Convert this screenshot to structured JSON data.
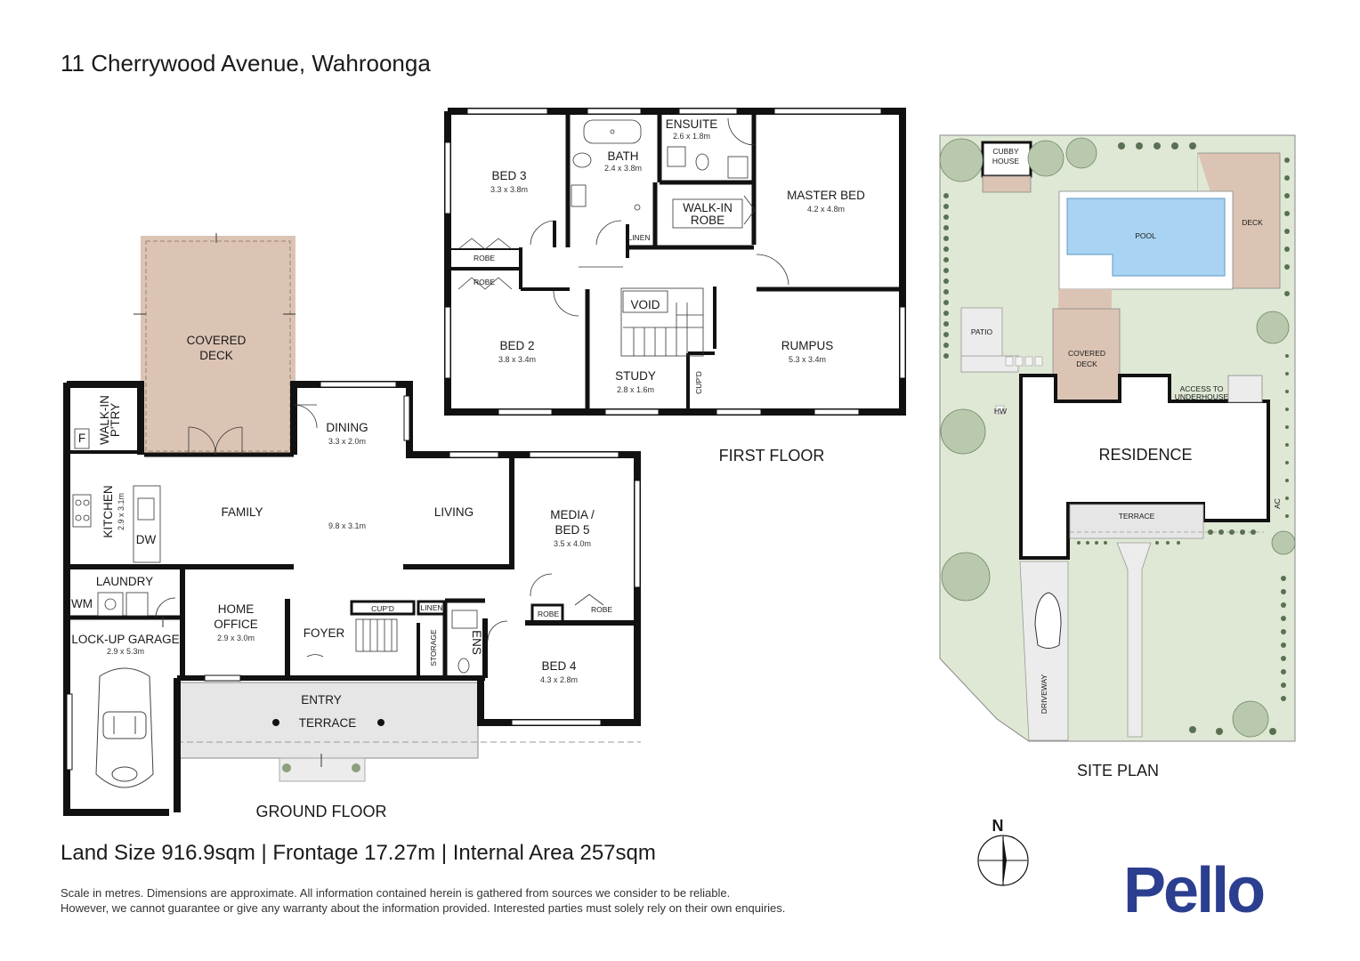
{
  "title": "11 Cherrywood Avenue, Wahroonga",
  "summary": "Land Size 916.9sqm | Frontage 17.27m | Internal Area 257sqm",
  "disclaimer": [
    "Scale in metres. Dimensions are approximate. All information contained herein is gathered from sources we consider to be reliable.",
    "However, we cannot guarantee or give any warranty about the information provided. Interested parties must solely rely on their own enquiries."
  ],
  "brand": {
    "name": "Pello",
    "color": "#2b3e8f"
  },
  "colors": {
    "wall": "#111111",
    "deck": "#dcc4b4",
    "pool": "#a9d3f2",
    "lawn": "#dfe8d5",
    "terrace": "#e6e6e6",
    "tree": "#b9c9ad"
  },
  "ground_floor": {
    "label": "GROUND FLOOR",
    "covered_deck": [
      "COVERED",
      "DECK"
    ],
    "walk_in_pantry": [
      "WALK-IN",
      "P'TRY"
    ],
    "fridge": "F",
    "kitchen": {
      "name": "KITCHEN",
      "dims": "2.9 x 3.1m"
    },
    "dishwasher": "DW",
    "family": "FAMILY",
    "living_dims": "9.8 x 3.1m",
    "living": "LIVING",
    "dining": {
      "name": "DINING",
      "dims": "3.3 x 2.0m"
    },
    "media": {
      "name1": "MEDIA /",
      "name2": "BED 5",
      "dims": "3.5 x 4.0m"
    },
    "robe": "ROBE",
    "laundry": "LAUNDRY",
    "washing_machine": "WM",
    "garage": {
      "name": "LOCK-UP GARAGE",
      "dims": "2.9 x 5.3m"
    },
    "home_office": {
      "name1": "HOME",
      "name2": "OFFICE",
      "dims": "2.9 x 3.0m"
    },
    "foyer": "FOYER",
    "cupboard": "CUP'D",
    "linen": "LINEN",
    "storage": "STORAGE",
    "ensuite": "ENS",
    "bed4": {
      "name": "BED 4",
      "dims": "4.3 x 2.8m"
    },
    "entry": "ENTRY",
    "terrace": "TERRACE"
  },
  "first_floor": {
    "label": "FIRST FLOOR",
    "bed3": {
      "name": "BED 3",
      "dims": "3.3 x 3.8m"
    },
    "bath": {
      "name": "BATH",
      "dims": "2.4 x 3.8m"
    },
    "ensuite": {
      "name": "ENSUITE",
      "dims": "2.6 x 1.8m"
    },
    "walk_in_robe": [
      "WALK-IN",
      "ROBE"
    ],
    "master": {
      "name": "MASTER BED",
      "dims": "4.2 x 4.8m"
    },
    "robe": "ROBE",
    "linen": "LINEN",
    "bed2": {
      "name": "BED 2",
      "dims": "3.8 x 3.4m"
    },
    "void": "VOID",
    "study": {
      "name": "STUDY",
      "dims": "2.8 x 1.6m"
    },
    "cupboard": "CUP'D",
    "rumpus": {
      "name": "RUMPUS",
      "dims": "5.3 x 3.4m"
    }
  },
  "site_plan": {
    "label": "SITE PLAN",
    "cubby": [
      "CUBBY",
      "HOUSE"
    ],
    "pool": "POOL",
    "deck": "DECK",
    "patio": "PATIO",
    "covered_deck": [
      "COVERED",
      "DECK"
    ],
    "access": [
      "ACCESS TO",
      "UNDERHOUSE"
    ],
    "hot_water": "HW",
    "residence": "RESIDENCE",
    "terrace": "TERRACE",
    "ac": "AC",
    "driveway": "DRIVEWAY"
  },
  "compass": "N"
}
